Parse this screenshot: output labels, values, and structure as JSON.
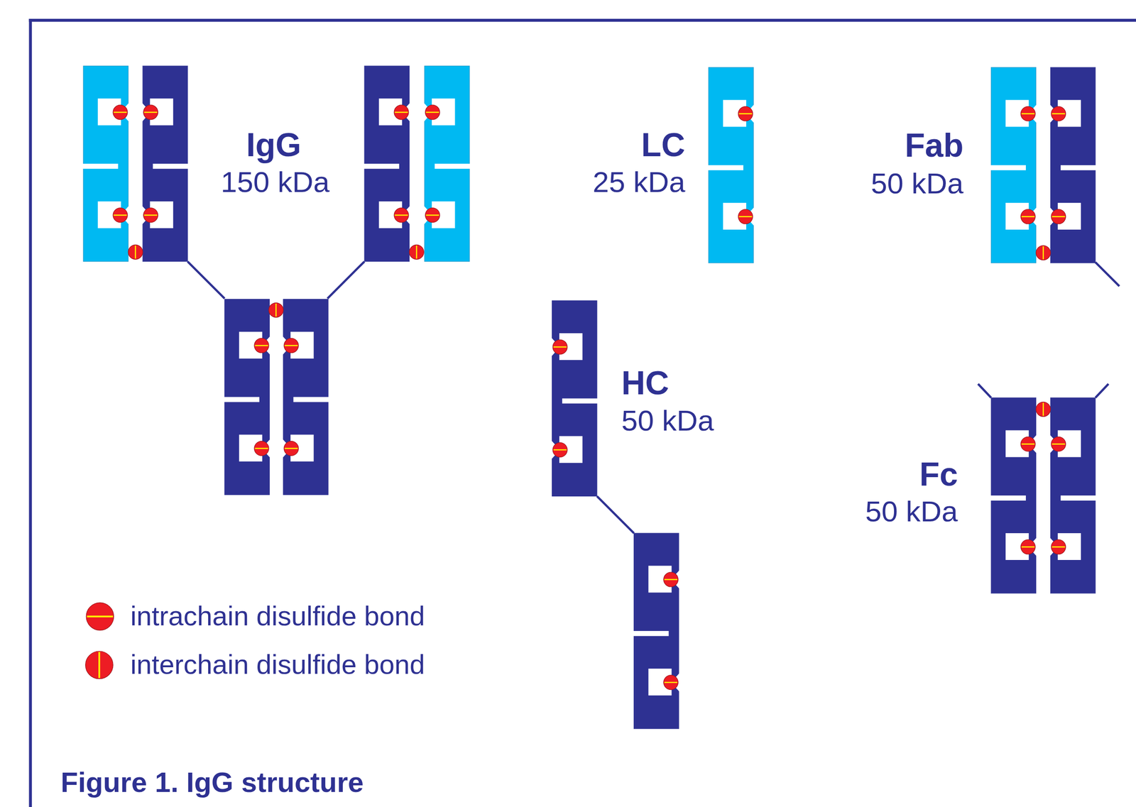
{
  "diagram": {
    "caption": "Figure 1. IgG structure",
    "labels": [
      "IgG",
      "150 kDa",
      "LC",
      "25 kDa",
      "Fab",
      "50 kDa",
      "HC",
      "50 kDa",
      "Fc",
      "50 kDa"
    ],
    "legend": [
      {
        "text": "intrachain disulfide bond"
      },
      {
        "text": "interchain disulfide bond"
      }
    ]
  }
}
